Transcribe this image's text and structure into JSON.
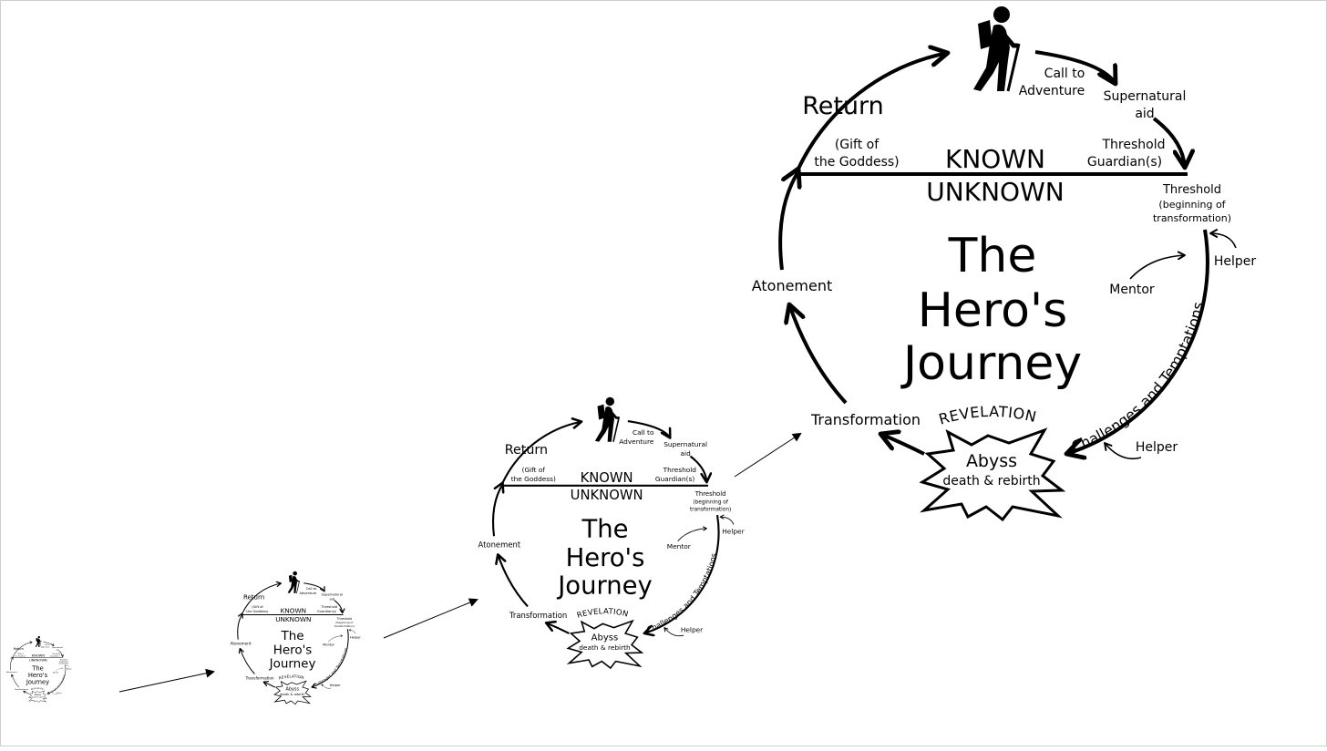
{
  "diagram": {
    "labels": {
      "call_to_adventure": [
        "Call to",
        "Adventure"
      ],
      "supernatural_aid": [
        "Supernatural",
        "aid"
      ],
      "threshold_guardians": [
        "Threshold",
        "Guardian(s)"
      ],
      "threshold": [
        "Threshold",
        "(beginning of",
        "transformation)"
      ],
      "helper": "Helper",
      "mentor": "Mentor",
      "challenges": "Challenges and Temptations",
      "revelation": "REVELATION",
      "abyss": "Abyss",
      "death_rebirth": "death & rebirth",
      "transformation": "Transformation",
      "atonement": "Atonement",
      "return": "Return",
      "gift": [
        "(Gift of",
        "the Goddess)"
      ],
      "known": "KNOWN",
      "unknown": "UNKNOWN",
      "title": [
        "The",
        "Hero's",
        "Journey"
      ]
    },
    "icons": {
      "hiker": "hiker-icon",
      "abyss_burst": "starburst-icon",
      "arrow": "arrowhead-icon"
    },
    "colors": {
      "ink": "#000000",
      "background": "#ffffff"
    },
    "copies": [
      {
        "name": "diagram-copy-1",
        "scale": 0.129
      },
      {
        "name": "diagram-copy-2",
        "scale": 0.259
      },
      {
        "name": "diagram-copy-3",
        "scale": 0.528
      },
      {
        "name": "diagram-copy-4",
        "scale": 1.0
      }
    ]
  }
}
